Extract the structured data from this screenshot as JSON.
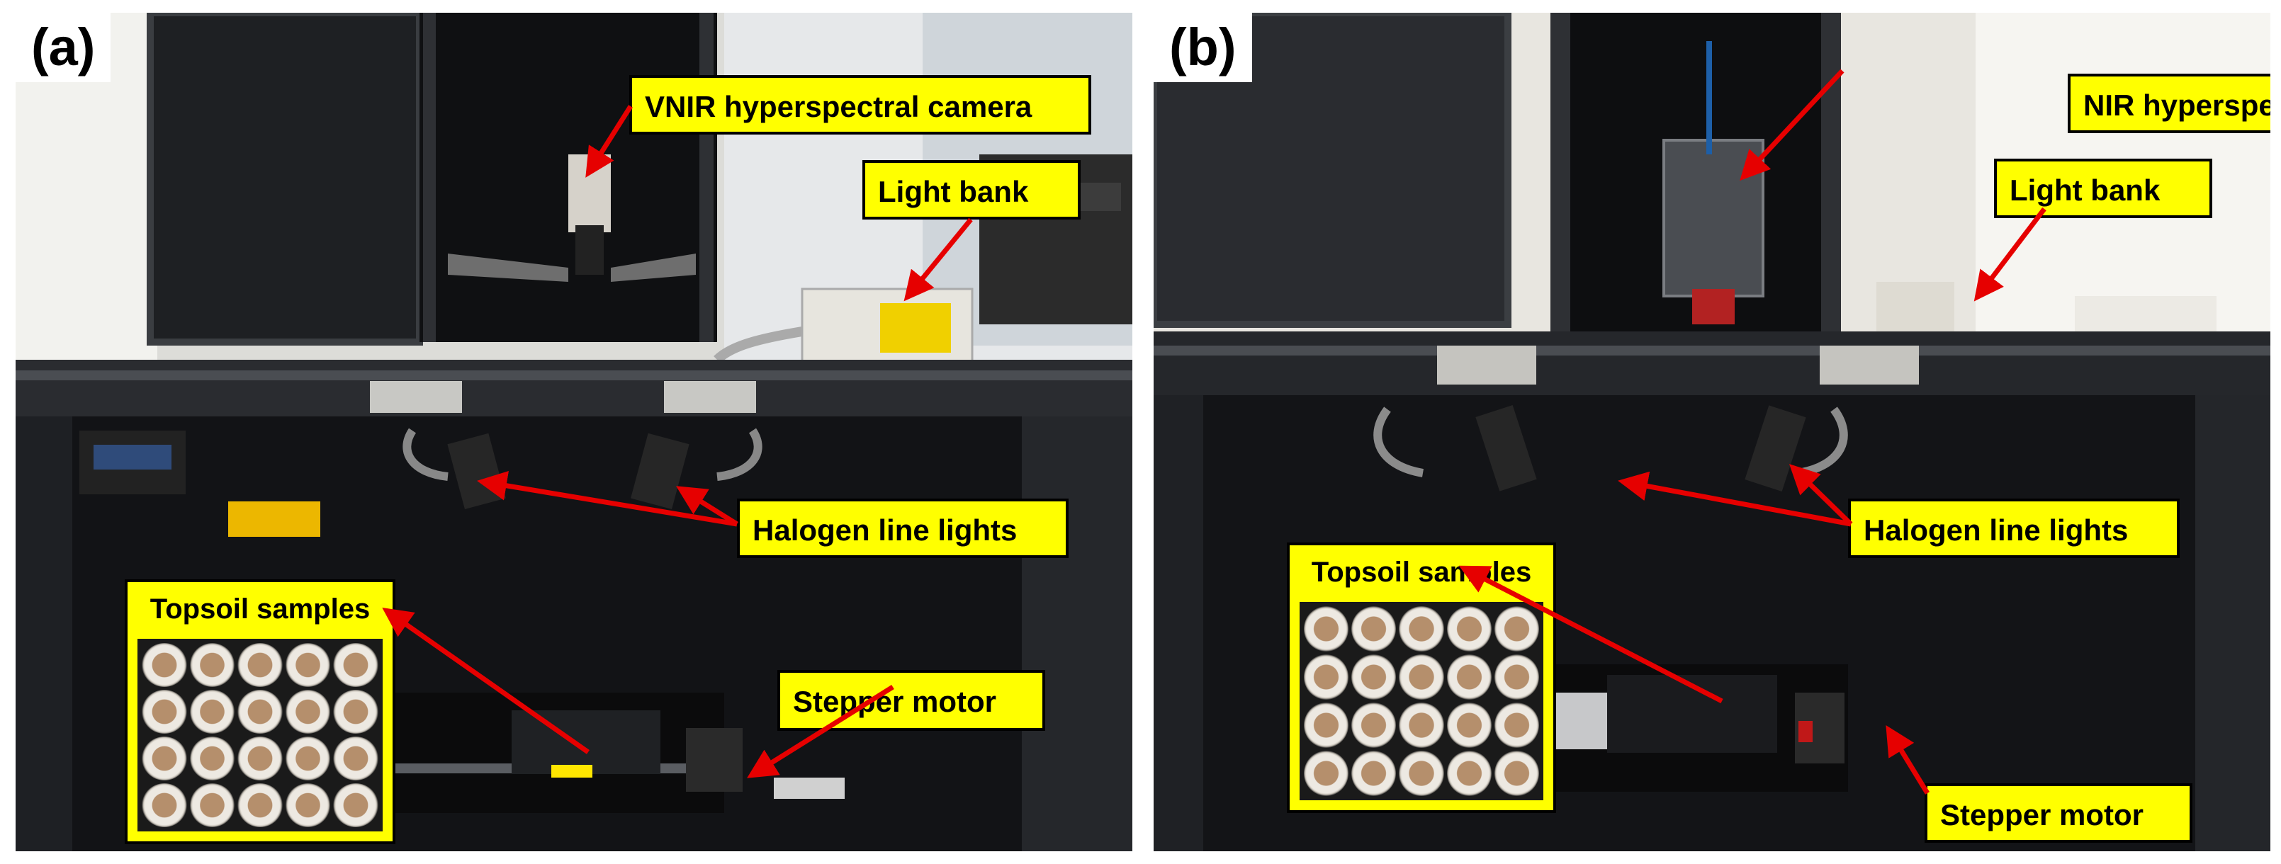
{
  "panels": [
    {
      "letter": "(a)",
      "labels": {
        "camera": "VNIR hyperspectral camera",
        "light_bank": "Light bank",
        "halogen": "Halogen line lights",
        "stepper": "Stepper motor",
        "topsoil": "Topsoil samples"
      }
    },
    {
      "letter": "(b)",
      "labels": {
        "camera": "NIR hyperspectral camera",
        "light_bank": "Light bank",
        "halogen": "Halogen line lights",
        "stepper": "Stepper motor",
        "topsoil": "Topsoil samples"
      }
    }
  ],
  "colors": {
    "label_fill": "#ffff00",
    "label_border": "#000000",
    "arrow": "#e60000"
  }
}
